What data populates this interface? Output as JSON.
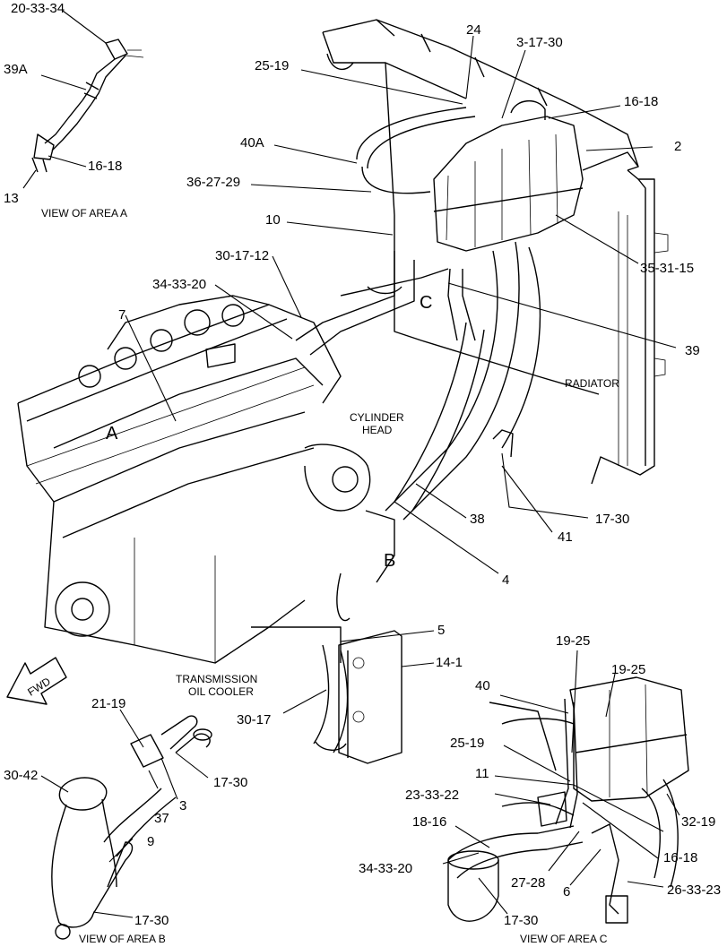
{
  "callouts": {
    "c_20_33_34": "20-33-34",
    "c_39a": "39A",
    "c_16_18_a": "16-18",
    "c_13": "13",
    "c_24": "24",
    "c_3_17_30": "3-17-30",
    "c_25_19_top": "25-19",
    "c_16_18_top": "16-18",
    "c_40a": "40A",
    "c_2": "2",
    "c_36_27_29": "36-27-29",
    "c_10": "10",
    "c_35_31_15": "35-31-15",
    "c_30_17_12": "30-17-12",
    "c_34_33_20_top": "34-33-20",
    "c_7": "7",
    "c_c": "C",
    "c_39": "39",
    "c_a": "A",
    "c_17_30_right": "17-30",
    "c_41": "41",
    "c_38": "38",
    "c_b": "B",
    "c_4": "4",
    "c_5": "5",
    "c_14_1": "14-1",
    "c_30_17": "30-17",
    "c_21_19": "21-19",
    "c_30_42": "30-42",
    "c_37": "37",
    "c_3_b": "3",
    "c_17_30_b1": "17-30",
    "c_9": "9",
    "c_17_30_b2": "17-30",
    "c_19_25_a": "19-25",
    "c_19_25_b": "19-25",
    "c_40_c": "40",
    "c_25_19_c": "25-19",
    "c_11": "11",
    "c_23_33_22": "23-33-22",
    "c_32_19": "32-19",
    "c_18_16": "18-16",
    "c_16_18_c": "16-18",
    "c_34_33_20_c": "34-33-20",
    "c_27_28": "27-28",
    "c_6": "6",
    "c_26_33_23": "26-33-23",
    "c_17_30_c": "17-30"
  },
  "captions": {
    "view_a": "VIEW OF AREA  A",
    "view_b": "VIEW OF AREA  B",
    "view_c": "VIEW OF AREA  C",
    "radiator": "RADIATOR",
    "cylinder_head_1": "CYLINDER",
    "cylinder_head_2": "HEAD",
    "trans_cooler_1": "TRANSMISSION",
    "trans_cooler_2": "OIL COOLER",
    "fwd": "FWD"
  }
}
